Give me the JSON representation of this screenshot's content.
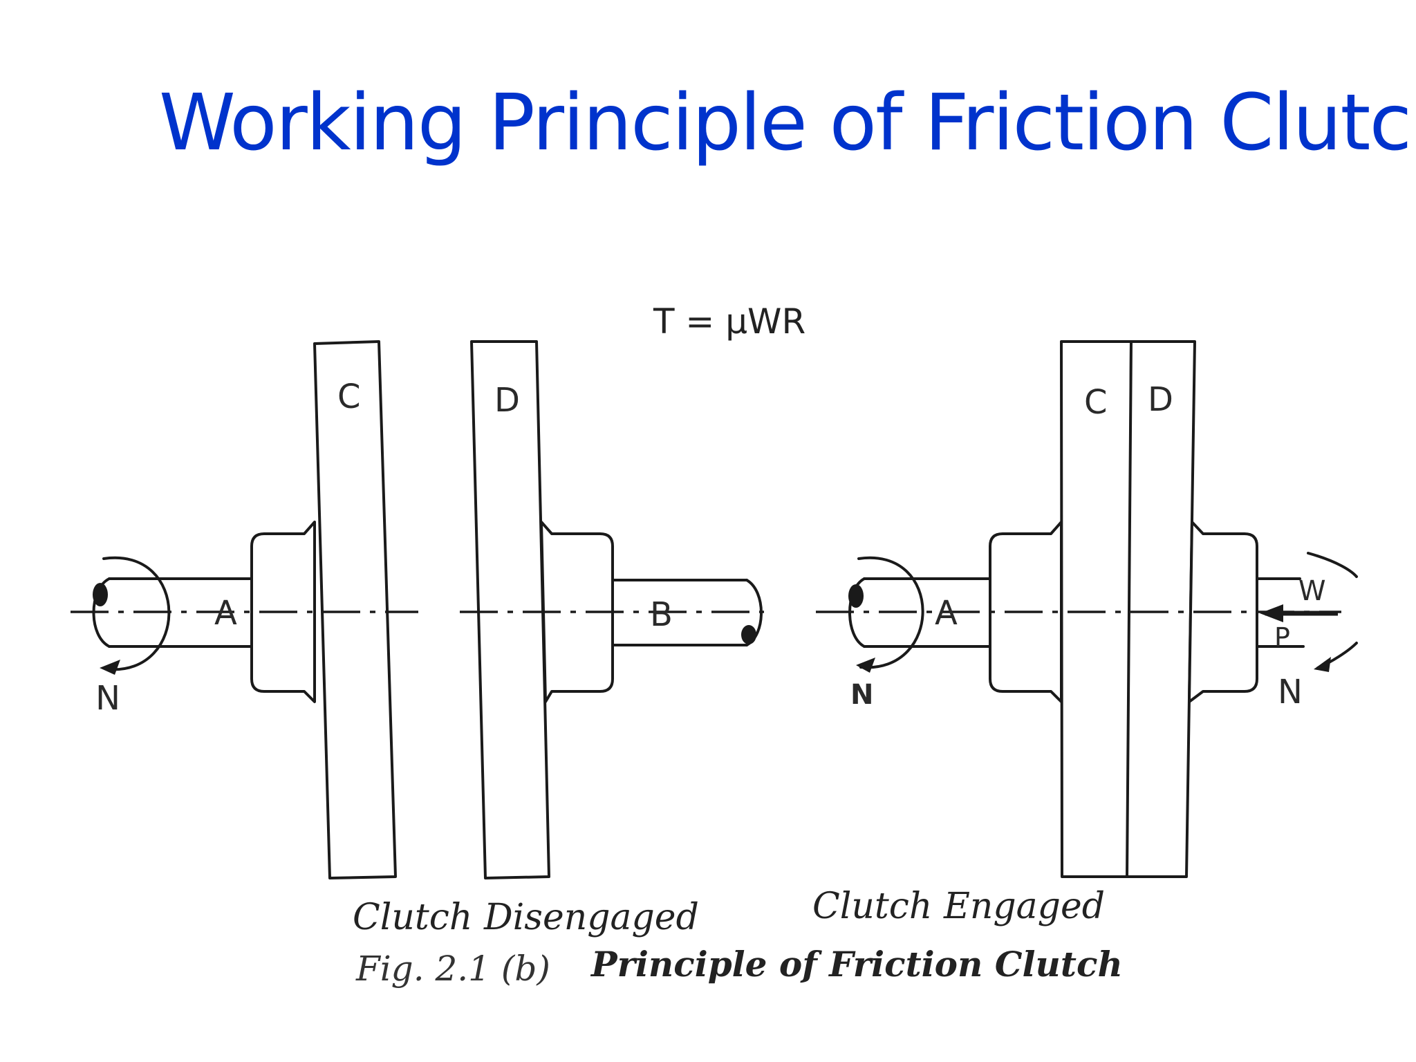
{
  "slide": {
    "title": "Working Principle of Friction Clutch",
    "title_color": "#0033cc"
  },
  "diagram": {
    "formula": "T = μWR",
    "labels": {
      "plate_c": "C",
      "plate_d": "D",
      "shaft_a": "A",
      "shaft_b": "B",
      "speed_n": "N",
      "axial_load_w": "W",
      "pressure_p": "P"
    },
    "caption_disengaged": "Clutch Disengaged",
    "caption_engaged": "Clutch Engaged",
    "figure_number": "Fig. 2.1 (b)",
    "figure_title": "Principle of Friction Clutch",
    "icons": [
      "rotation-arrow-icon",
      "force-arrow-icon"
    ]
  }
}
